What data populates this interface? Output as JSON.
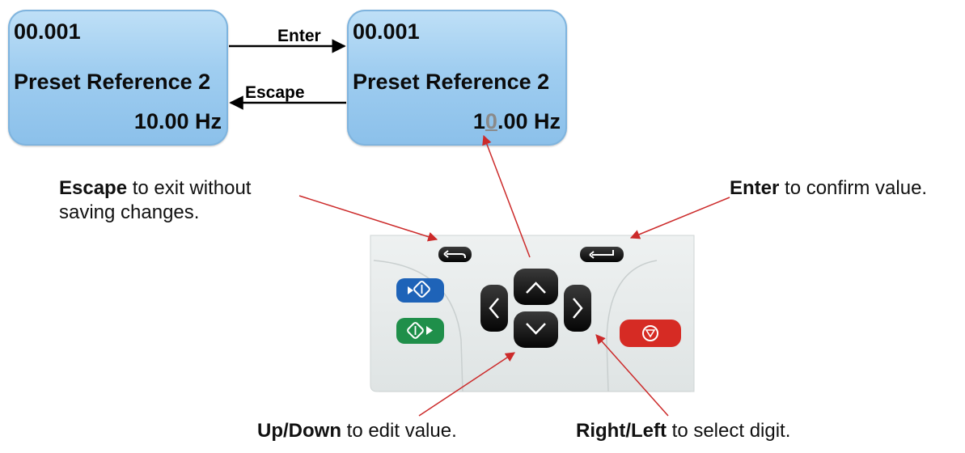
{
  "display_left": {
    "parameter": "00.001",
    "name": "Preset Reference 2",
    "value": "10.00 Hz"
  },
  "display_right": {
    "parameter": "00.001",
    "name": "Preset Reference 2",
    "value_prefix": "1",
    "value_cursor_digit": "0",
    "value_suffix": ".00 Hz"
  },
  "transitions": {
    "enter_label": "Enter",
    "escape_label": "Escape"
  },
  "annotations": {
    "escape": {
      "key": "Escape",
      "text_line1": " to exit without",
      "text_line2": "saving changes."
    },
    "enter": {
      "key": "Enter",
      "text": " to confirm value."
    },
    "updown": {
      "key": "Up/Down",
      "text": " to edit value."
    },
    "rightleft": {
      "key": "Right/Left",
      "text": " to select digit."
    }
  },
  "colors": {
    "annotation_line": "#cc2a2a",
    "run_reverse_button": "#1e63b8",
    "run_forward_button": "#1f8f4a",
    "stop_button": "#d62b24"
  },
  "icons": [
    "escape-key-icon",
    "enter-key-icon",
    "up-arrow-key-icon",
    "down-arrow-key-icon",
    "left-arrow-key-icon",
    "right-arrow-key-icon",
    "run-reverse-icon",
    "run-forward-icon",
    "stop-icon"
  ]
}
